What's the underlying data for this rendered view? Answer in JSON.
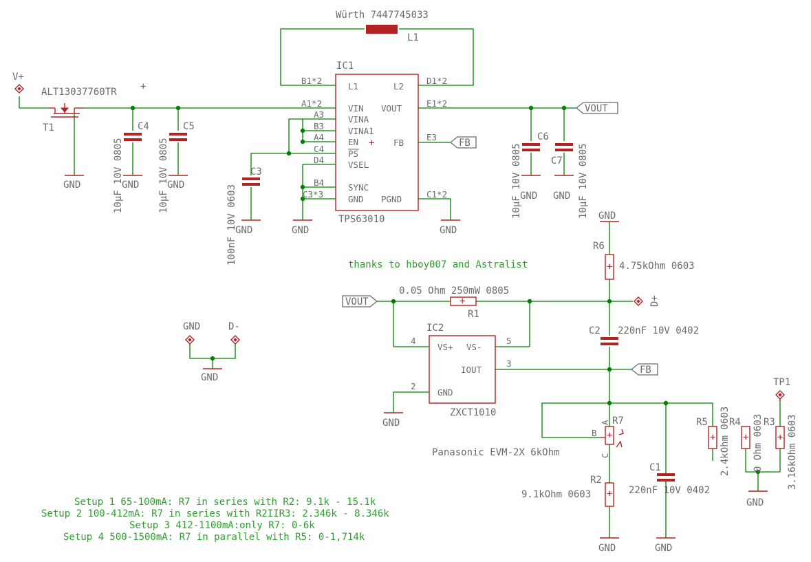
{
  "colors": {
    "wire": "#008000",
    "symbol": "#b22222",
    "text": "#6b6b6b",
    "note": "#2e9e2e"
  },
  "l1": {
    "name": "L1",
    "value": "Würth 7447745033"
  },
  "ic1": {
    "name": "IC1",
    "value": "TPS63010",
    "pins_left": [
      "L1",
      "VIN",
      "VINA",
      "VINA1",
      "EN",
      "PS",
      "VSEL",
      "SYNC",
      "GND"
    ],
    "pins_right": [
      "L2",
      "VOUT",
      "FB",
      "PGND"
    ],
    "pad_left": [
      "B1*2",
      "A1*2",
      "A3",
      "B3",
      "A4",
      "C4",
      "D4",
      "B4",
      "C3*3"
    ],
    "pad_right": [
      "D1*2",
      "E1*2",
      "E3",
      "C1*2"
    ]
  },
  "t1": {
    "name": "T1",
    "value": "ALT13037760TR"
  },
  "vplus": {
    "label": "V+"
  },
  "gnd": "GND",
  "c4": {
    "name": "C4",
    "value": "10µF 10V 0805"
  },
  "c5": {
    "name": "C5",
    "value": "10µF 10V 0805"
  },
  "c3": {
    "name": "C3",
    "value": "100nF 10V 0603"
  },
  "c6": {
    "name": "C6",
    "value": "10µF 10V 0805"
  },
  "c7": {
    "name": "C7",
    "value": "10µF 10V 0805"
  },
  "labels": {
    "vout": "VOUT",
    "fb": "FB"
  },
  "thanks": "thanks to hboy007 and Astralist",
  "r1": {
    "name": "R1",
    "value": "0.05 Ohm 250mW 0805"
  },
  "ic2": {
    "name": "IC2",
    "value": "ZXCT1010",
    "pins": [
      "VS+",
      "VS-",
      "IOUT",
      "GND"
    ],
    "pads": [
      "4",
      "5",
      "3",
      "2"
    ]
  },
  "r6": {
    "name": "R6",
    "value": "4.75kOhm 0603"
  },
  "dplus": "D+",
  "dminus": "D-",
  "c2": {
    "name": "C2",
    "value": "220nF 10V 0402"
  },
  "r7": {
    "name": "R7",
    "value": "Panasonic EVM-2X 6kOhm",
    "pins": [
      "A",
      "B",
      "C"
    ]
  },
  "r2": {
    "name": "R2",
    "value": "9.1kOhm 0603"
  },
  "c1": {
    "name": "C1",
    "value": "220nF 10V 0402"
  },
  "r5": {
    "name": "R5",
    "value": "2.4kOhm 0603"
  },
  "r4": {
    "name": "R4",
    "value": "0 Ohm 0603"
  },
  "r3": {
    "name": "R3",
    "value": "3.16kOhm 0603"
  },
  "tp1": {
    "name": "TP1"
  },
  "setups": [
    "Setup 1 65-100mA: R7 in series with R2: 9.1k - 15.1k",
    "Setup 2 100-412mA: R7 in series with R2IIR3: 2.346k - 8.346k",
    "Setup 3 412-1100mA:only R7: 0-6k",
    "Setup 4 500-1500mA: R7 in parallel with R5: 0-1,714k"
  ]
}
